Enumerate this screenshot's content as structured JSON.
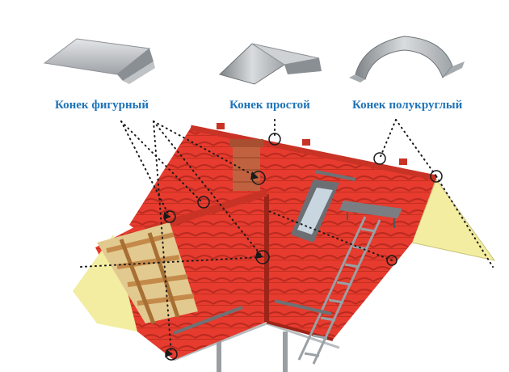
{
  "labels": {
    "ridge_figured": "Конек фигурный",
    "ridge_simple": "Конек  простой",
    "ridge_semicircular": "Конек полукруглый"
  },
  "colors": {
    "label": "#1f73b7",
    "roof_tile": "#e63b2e",
    "roof_tile_shadow": "#b92a20",
    "gable": "#f2eda0",
    "ridge_metal": "#c9ccd0",
    "rafter_wood": "#c48a4a",
    "chimney_brick": "#c0623f",
    "marker": "#1a1a1a"
  },
  "icons": [
    "figured-ridge-icon",
    "simple-ridge-icon",
    "semicircular-ridge-icon",
    "callout-marker-icon"
  ]
}
